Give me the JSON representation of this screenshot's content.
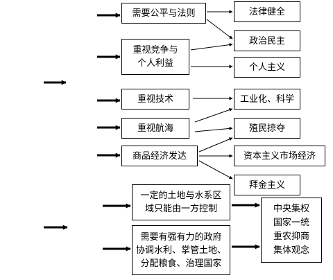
{
  "boxes": {
    "fairness_law": "需要公平与法则",
    "competition_interest": "重视竞争与\n个人利益",
    "technology": "重视技术",
    "navigation": "重视航海",
    "commodity_economy": "商品经济发达",
    "land_water": "一定的土地与水系区\n域只能由一方控制",
    "strong_government": "需要有强有力的政府\n协调水利、掌管土地、\n分配粮食、治理国家",
    "legal_sound": "法律健全",
    "political_democracy": "政治民主",
    "individualism": "个人主义",
    "industrialization": "工业化、科学",
    "colonial_plunder": "殖民掠夺",
    "capitalist_market": "资本主义市场经济",
    "money_worship": "拜金主义",
    "central_traits": "中央集权\n国家一统\n重农抑商\n集体观念"
  },
  "colors": {
    "line": "#000000",
    "box_border": "#000000",
    "background": "#ffffff"
  }
}
